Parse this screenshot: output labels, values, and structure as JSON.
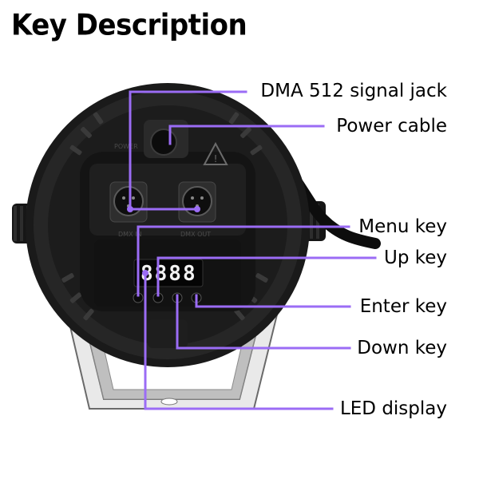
{
  "title": "Key Description",
  "callout_color": "#9b6cf5",
  "labels": {
    "dmx_jack": "DMA 512 signal jack",
    "power_cable": "Power cable",
    "menu_key": "Menu key",
    "up_key": "Up key",
    "enter_key": "Enter key",
    "down_key": "Down key",
    "led_display": "LED display"
  },
  "device": {
    "led_readout": "8888",
    "panel_text_power": "POWER",
    "panel_text_dmx_in": "DMX IN",
    "panel_text_dmx_out": "DMX OUT"
  }
}
